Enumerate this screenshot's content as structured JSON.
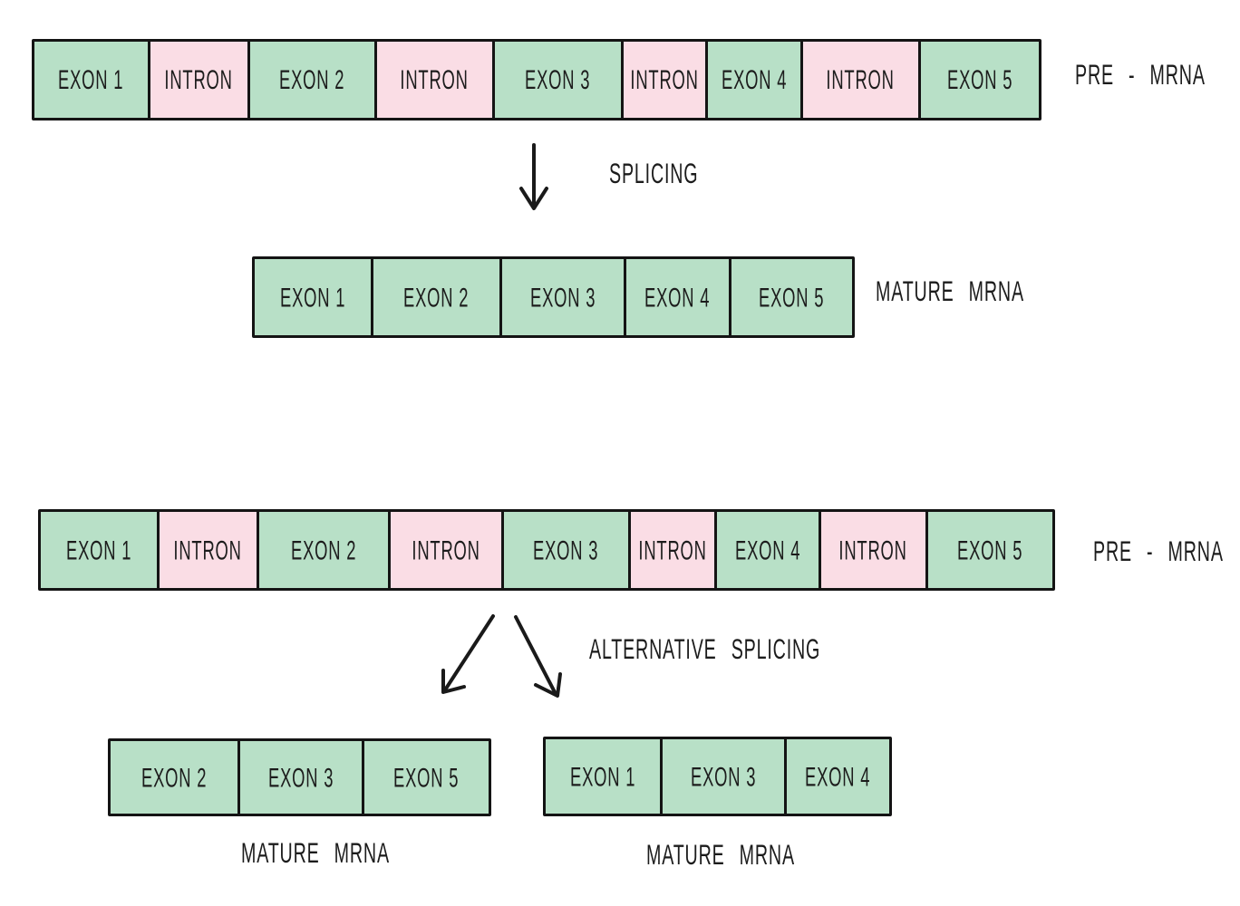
{
  "colors": {
    "exon": "#b8e0c7",
    "intron": "#fadde5",
    "border": "#141414",
    "text": "#1c1c1c",
    "background": "#ffffff"
  },
  "top_section": {
    "pre_mrna": {
      "label": "PRE - MRNA",
      "segments": [
        {
          "text": "EXON 1",
          "type": "exon",
          "w": 125
        },
        {
          "text": "INTRON",
          "type": "intron",
          "w": 110
        },
        {
          "text": "EXON 2",
          "type": "exon",
          "w": 140
        },
        {
          "text": "INTRON",
          "type": "intron",
          "w": 130
        },
        {
          "text": "EXON 3",
          "type": "exon",
          "w": 142
        },
        {
          "text": "INTRON",
          "type": "intron",
          "w": 93
        },
        {
          "text": "EXON 4",
          "type": "exon",
          "w": 105
        },
        {
          "text": "INTRON",
          "type": "intron",
          "w": 130
        },
        {
          "text": "EXON 5",
          "type": "exon",
          "w": 133
        }
      ]
    },
    "process_label": "SPLICING",
    "mature_mrna": {
      "label": "MATURE MRNA",
      "segments": [
        {
          "text": "EXON 1",
          "type": "exon",
          "w": 128
        },
        {
          "text": "EXON 2",
          "type": "exon",
          "w": 142
        },
        {
          "text": "EXON 3",
          "type": "exon",
          "w": 137
        },
        {
          "text": "EXON 4",
          "type": "exon",
          "w": 116
        },
        {
          "text": "EXON 5",
          "type": "exon",
          "w": 136
        }
      ]
    }
  },
  "bottom_section": {
    "pre_mrna": {
      "label": "PRE - MRNA",
      "segments": [
        {
          "text": "EXON 1",
          "type": "exon",
          "w": 128
        },
        {
          "text": "INTRON",
          "type": "intron",
          "w": 110
        },
        {
          "text": "EXON 2",
          "type": "exon",
          "w": 145
        },
        {
          "text": "INTRON",
          "type": "intron",
          "w": 125
        },
        {
          "text": "EXON 3",
          "type": "exon",
          "w": 140
        },
        {
          "text": "INTRON",
          "type": "intron",
          "w": 95
        },
        {
          "text": "EXON 4",
          "type": "exon",
          "w": 115
        },
        {
          "text": "INTRON",
          "type": "intron",
          "w": 118
        },
        {
          "text": "EXON 5",
          "type": "exon",
          "w": 140
        }
      ]
    },
    "process_label": "ALTERNATIVE SPLICING",
    "mature_mrna_left": {
      "label": "MATURE MRNA",
      "segments": [
        {
          "text": "EXON 2",
          "type": "exon",
          "w": 140
        },
        {
          "text": "EXON 3",
          "type": "exon",
          "w": 137
        },
        {
          "text": "EXON 5",
          "type": "exon",
          "w": 140
        }
      ]
    },
    "mature_mrna_right": {
      "label": "MATURE MRNA",
      "segments": [
        {
          "text": "EXON 1",
          "type": "exon",
          "w": 126
        },
        {
          "text": "EXON 3",
          "type": "exon",
          "w": 137
        },
        {
          "text": "EXON 4",
          "type": "exon",
          "w": 116
        }
      ]
    }
  }
}
